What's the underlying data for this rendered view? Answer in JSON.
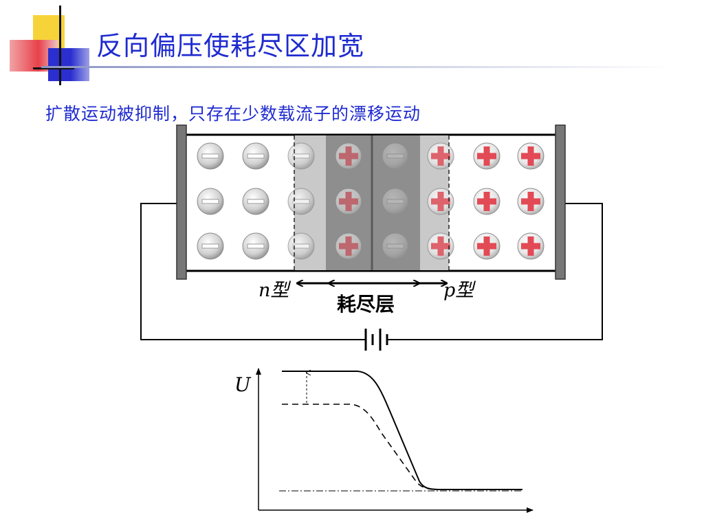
{
  "slide": {
    "title": "反向偏压使耗尽区加宽",
    "subtitle": "扩散运动被抑制，只存在少数载流子的漂移运动"
  },
  "junction": {
    "n_label": "n型",
    "p_label": "p型",
    "depletion_label": "耗尽层",
    "n_side_symbol": "−",
    "p_side_symbol": "+"
  },
  "potential_plot": {
    "y_axis_label": "U"
  },
  "colors": {
    "title": "#1f2bd0",
    "deco_yellow": "#f7d33a",
    "deco_red": "#e8414a",
    "deco_blue": "#2b2fcf",
    "positive_ion": "#e24a55",
    "negative_ion": "#c9c9c9"
  }
}
